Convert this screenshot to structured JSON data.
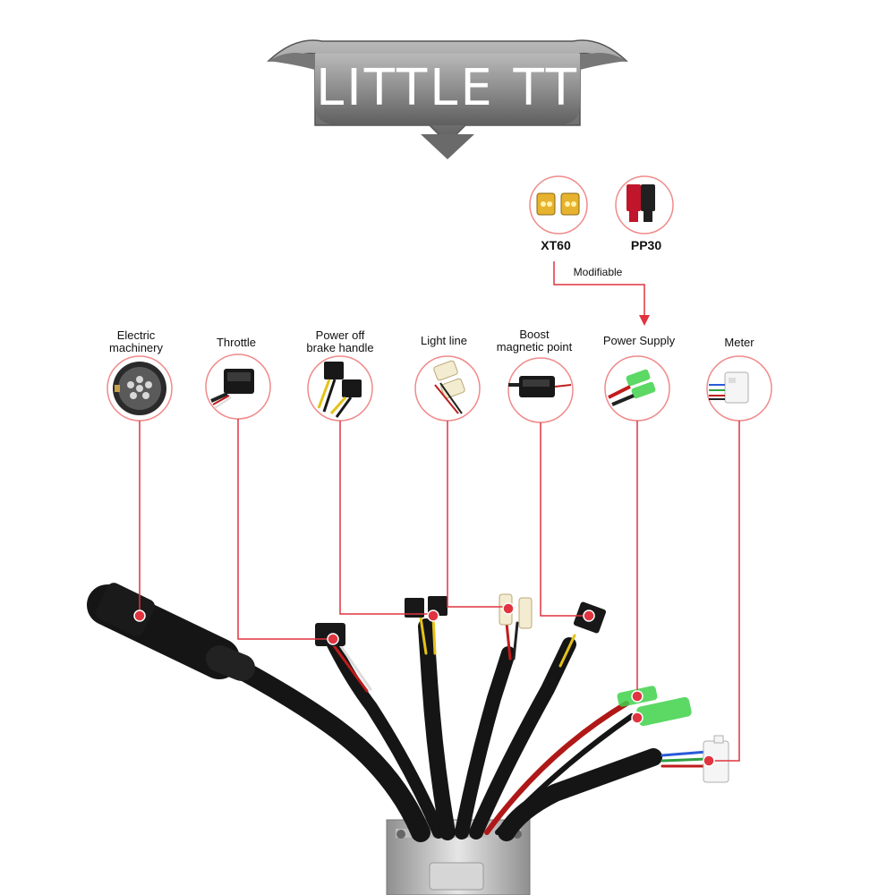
{
  "banner": {
    "title": "LITTLE TT"
  },
  "battery_options": {
    "connectors": [
      {
        "id": "xt60",
        "label": "XT60",
        "icon": "xt60-connector-icon"
      },
      {
        "id": "pp30",
        "label": "PP30",
        "icon": "pp30-connector-icon"
      }
    ],
    "note": "Modifiable"
  },
  "ports": [
    {
      "id": "electric-machinery",
      "label_lines": [
        "Electric",
        "machinery"
      ],
      "icon": "motor-plug-icon"
    },
    {
      "id": "throttle",
      "label_lines": [
        "Throttle"
      ],
      "icon": "throttle-connector-icon"
    },
    {
      "id": "brake",
      "label_lines": [
        "Power off",
        "brake handle"
      ],
      "icon": "brake-connector-icon"
    },
    {
      "id": "light",
      "label_lines": [
        "Light line"
      ],
      "icon": "light-connector-icon"
    },
    {
      "id": "boost",
      "label_lines": [
        "Boost",
        "magnetic point"
      ],
      "icon": "boost-connector-icon"
    },
    {
      "id": "power",
      "label_lines": [
        "Power Supply"
      ],
      "icon": "power-connector-icon"
    },
    {
      "id": "meter",
      "label_lines": [
        "Meter"
      ],
      "icon": "meter-connector-icon"
    }
  ],
  "colors": {
    "callout_line": "#e0343f",
    "marker": "#e0343f",
    "circle_border": "#f08a8a",
    "banner": "#8a8a8a",
    "cable": "#151515",
    "heat_shrink_green": "#3fd14a"
  }
}
